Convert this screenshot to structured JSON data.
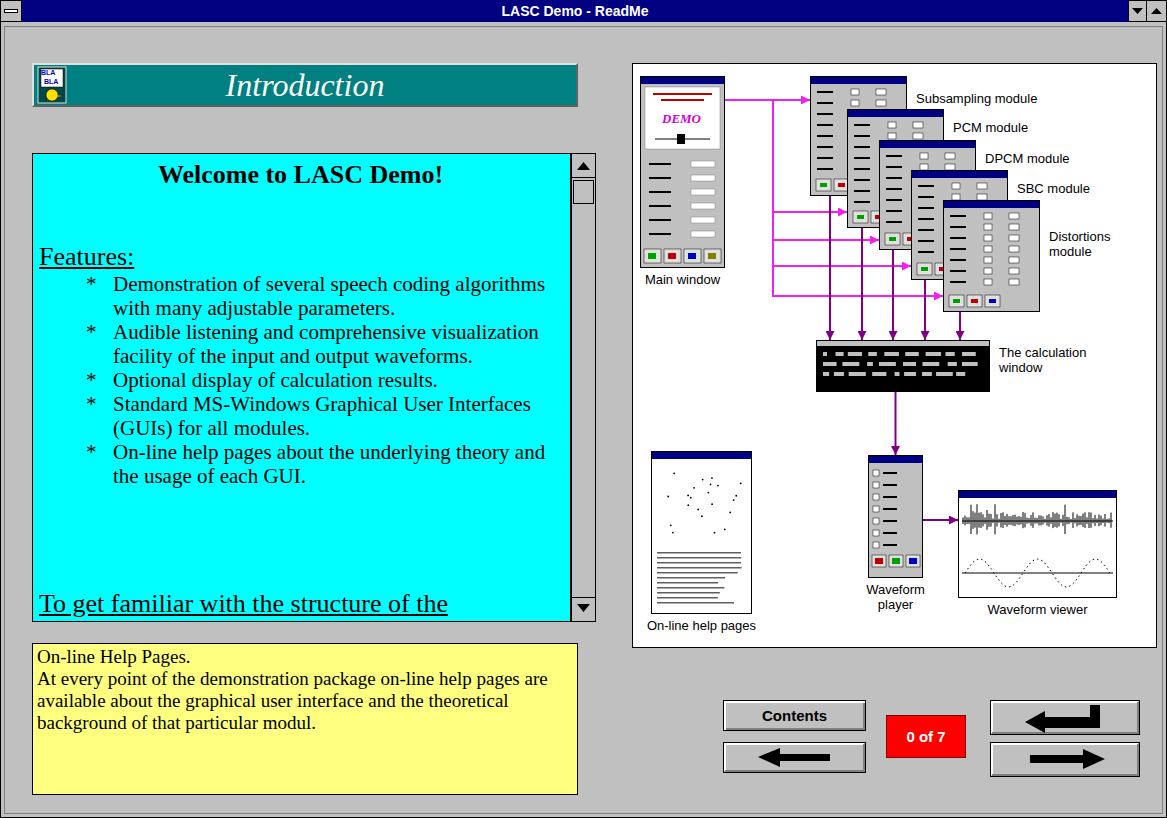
{
  "diagram": {
    "title": "LASC Demo - ReadMe",
    "nodes": [
      {
        "text": [
          "Introduction"
        ]
      },
      {
        "text": [
          "Welcome to LASC Demo!",
          "Features:",
          "Demonstration of several speech coding algorithms with many adjustable parameters.",
          "Audible listening and comprehensive visualization facility of the input and output waveforms.",
          "Optional display of calculation results.",
          "Standard MS-Windows Graphical User Interfaces (GUIs) for all modules.",
          "On-line help pages about the underlying theory and the usage of each GUI.",
          "To get familiar with the structure of the"
        ]
      },
      {
        "text": [
          "On-line Help Pages.",
          "At every point of the demonstration package on-line help pages are available about the graphical user interface and the theoretical background of that particular modul."
        ]
      },
      {
        "text": [
          "Main window"
        ]
      },
      {
        "text": [
          "Subsampling module"
        ]
      },
      {
        "text": [
          "PCM module"
        ]
      },
      {
        "text": [
          "DPCM module"
        ]
      },
      {
        "text": [
          "SBC module"
        ]
      },
      {
        "text": [
          "Distortions module"
        ]
      },
      {
        "text": [
          "The calculation window"
        ]
      },
      {
        "text": [
          "On-line help pages"
        ]
      },
      {
        "text": [
          "Waveform player"
        ]
      },
      {
        "text": [
          "Waveform viewer"
        ]
      },
      {
        "text": [
          "Contents"
        ]
      },
      {
        "text": [
          "0 of 7"
        ]
      }
    ],
    "edges": [
      {
        "from": 3,
        "to": 4,
        "arrow": "to"
      },
      {
        "from": 3,
        "to": 5,
        "arrow": "to"
      },
      {
        "from": 3,
        "to": 6,
        "arrow": "to"
      },
      {
        "from": 3,
        "to": 7,
        "arrow": "to"
      },
      {
        "from": 3,
        "to": 8,
        "arrow": "to"
      },
      {
        "from": 4,
        "to": 9,
        "arrow": "to"
      },
      {
        "from": 5,
        "to": 9,
        "arrow": "to"
      },
      {
        "from": 6,
        "to": 9,
        "arrow": "to"
      },
      {
        "from": 7,
        "to": 9,
        "arrow": "to"
      },
      {
        "from": 8,
        "to": 9,
        "arrow": "to"
      },
      {
        "from": 9,
        "to": 11,
        "arrow": "to"
      },
      {
        "from": 11,
        "to": 12,
        "arrow": "to"
      }
    ],
    "labels": [
      "BLA",
      "BLA",
      "DEMO",
      "*",
      "*",
      "*",
      "*",
      "*"
    ]
  }
}
